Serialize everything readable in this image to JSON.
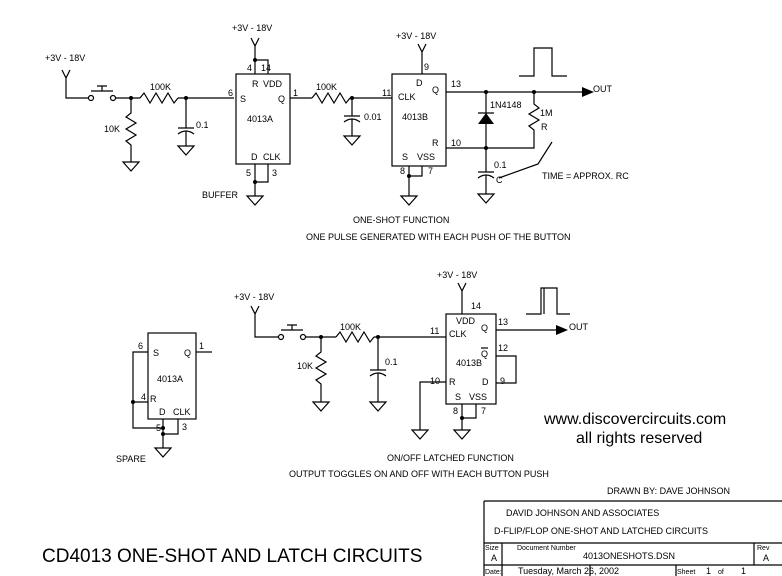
{
  "main_title": "CD4013 ONE-SHOT AND LATCH CIRCUITS",
  "top": {
    "supply_input": "+3V - 18V",
    "supply_a": "+3V - 18V",
    "supply_b": "+3V - 18V",
    "r1": "100K",
    "r2": "10K",
    "r3": "100K",
    "r4": "1M",
    "r4_sym": "R",
    "c1": "0.1",
    "c2": "0.01",
    "c3": "0.1",
    "c3_sym": "C",
    "diode": "1N4148",
    "out": "OUT",
    "time": "TIME = APPROX. RC",
    "buffer": "BUFFER",
    "title": "ONE-SHOT FUNCTION",
    "desc": "ONE PULSE GENERATED WITH EACH PUSH OF THE BUTTON",
    "ic_a": {
      "name": "4013A",
      "r": "R",
      "vdd": "VDD",
      "s": "S",
      "q": "Q",
      "d": "D",
      "clk": "CLK",
      "p4": "4",
      "p14": "14",
      "p6": "6",
      "p1": "1",
      "p5": "5",
      "p3": "3"
    },
    "ic_b": {
      "name": "4013B",
      "d": "D",
      "clk": "CLK",
      "q": "Q",
      "r": "R",
      "s": "S",
      "vss": "VSS",
      "p9": "9",
      "p11": "11",
      "p13": "13",
      "p10": "10",
      "p8": "8",
      "p7": "7"
    }
  },
  "spare": {
    "name": "4013A",
    "s": "S",
    "q": "Q",
    "r": "R",
    "d": "D",
    "clk": "CLK",
    "p6": "6",
    "p1": "1",
    "p4": "4",
    "p5": "5",
    "p3": "3",
    "label": "SPARE"
  },
  "bottom": {
    "supply_input": "+3V - 18V",
    "supply_b": "+3V - 18V",
    "r1": "100K",
    "r2": "10K",
    "c1": "0.1",
    "out": "OUT",
    "title": "ON/OFF LATCHED FUNCTION",
    "desc": "OUTPUT TOGGLES ON AND OFF WITH EACH BUTTON PUSH",
    "ic": {
      "name": "4013B",
      "vdd": "VDD",
      "clk": "CLK",
      "q": "Q",
      "qbar": "Q",
      "r": "R",
      "d": "D",
      "s": "S",
      "vss": "VSS",
      "p14": "14",
      "p11": "11",
      "p13": "13",
      "p12": "12",
      "p10": "10",
      "p9": "9",
      "p8": "8",
      "p7": "7"
    }
  },
  "site": {
    "url": "www.discovercircuits.com",
    "rights": "all rights reserved"
  },
  "title_block": {
    "drawn_by": "DRAWN BY: DAVE JOHNSON",
    "company": "DAVID JOHNSON AND ASSOCIATES",
    "drawing_title": "D-FLIP/FLOP ONE-SHOT AND LATCHED CIRCUITS",
    "size_label": "Size",
    "size": "A",
    "docnum_label": "Document Number",
    "docnum": "4013ONESHOTS.DSN",
    "rev_label": "Rev",
    "rev": "A",
    "date_label": "Date:",
    "date": "Tuesday, March 26, 2002",
    "sheet_label": "Sheet",
    "sheet": "1",
    "of": "of",
    "sheets": "1"
  }
}
